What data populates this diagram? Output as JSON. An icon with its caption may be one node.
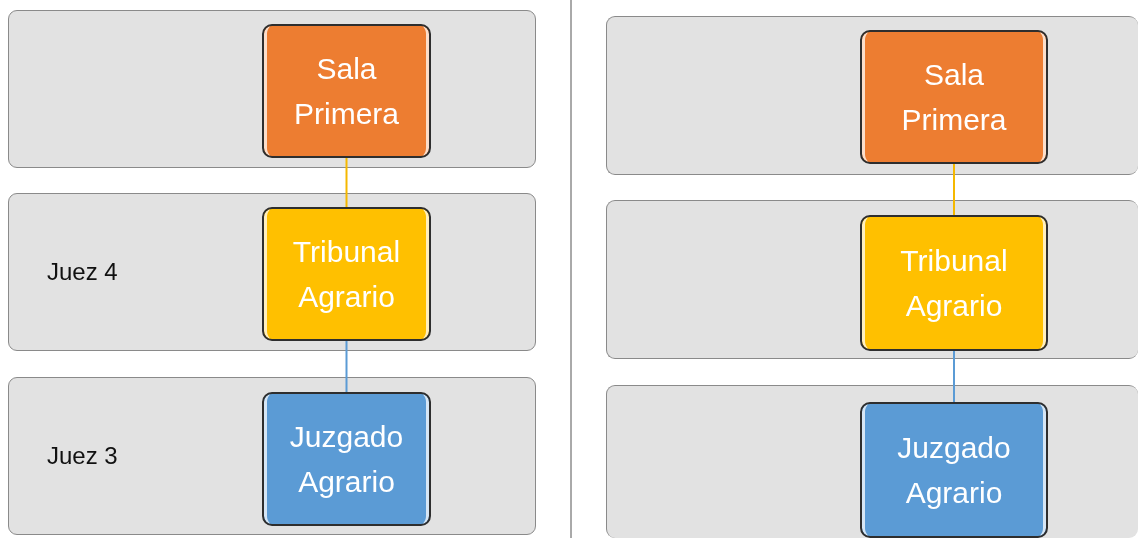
{
  "diagram": {
    "nodes": [
      {
        "text": [],
        "shape": "box"
      },
      {
        "text": [
          "Sala Primera"
        ],
        "in": 0
      },
      {
        "text": [
          "Juez 4"
        ]
      },
      {
        "text": [
          "Tribunal Agrario"
        ],
        "in": 2
      },
      {
        "text": [
          "Juez 3"
        ]
      },
      {
        "text": [
          "Juzgado Agrario"
        ],
        "in": 4
      },
      {
        "text": [],
        "shape": "box"
      },
      {
        "text": [
          "Sala Primera"
        ],
        "in": 6
      },
      {
        "text": [],
        "shape": "box"
      },
      {
        "text": [
          "Tribunal Agrario"
        ],
        "in": 8
      },
      {
        "text": [],
        "shape": "box"
      },
      {
        "text": [
          "Juzgado Agrario"
        ],
        "in": 10
      }
    ],
    "edges": [
      {
        "from": 1,
        "to": 3,
        "arrow": "none",
        "color": "#f5b800"
      },
      {
        "from": 3,
        "to": 5,
        "arrow": "none",
        "color": "#5b9bd5"
      },
      {
        "from": 7,
        "to": 9,
        "arrow": "none",
        "color": "#f5b800"
      },
      {
        "from": 9,
        "to": 11,
        "arrow": "none",
        "color": "#5b9bd5"
      }
    ]
  }
}
